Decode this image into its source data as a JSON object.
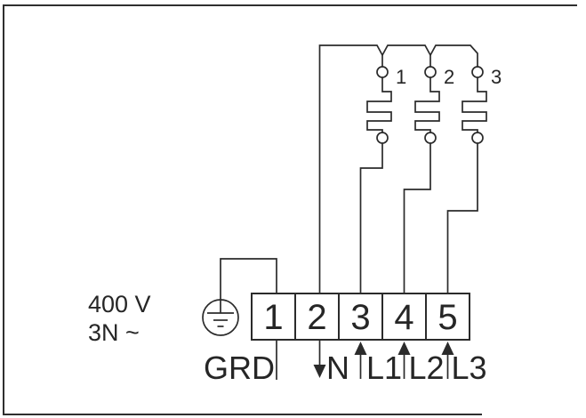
{
  "diagram": {
    "type": "appliance-mains-wiring-diagram",
    "supply": {
      "voltage": "400 V",
      "system": "3N ~"
    },
    "terminal_block": {
      "numbers": [
        "1",
        "2",
        "3",
        "4",
        "5"
      ]
    },
    "fuses": {
      "numbers": [
        "1",
        "2",
        "3"
      ]
    },
    "wire_labels": {
      "ground": "GRD",
      "neutral": "N",
      "line1": "L1",
      "line2": "L2",
      "line3": "L3"
    },
    "colors": {
      "line": "#2b2b2b",
      "background": "#ffffff"
    }
  }
}
